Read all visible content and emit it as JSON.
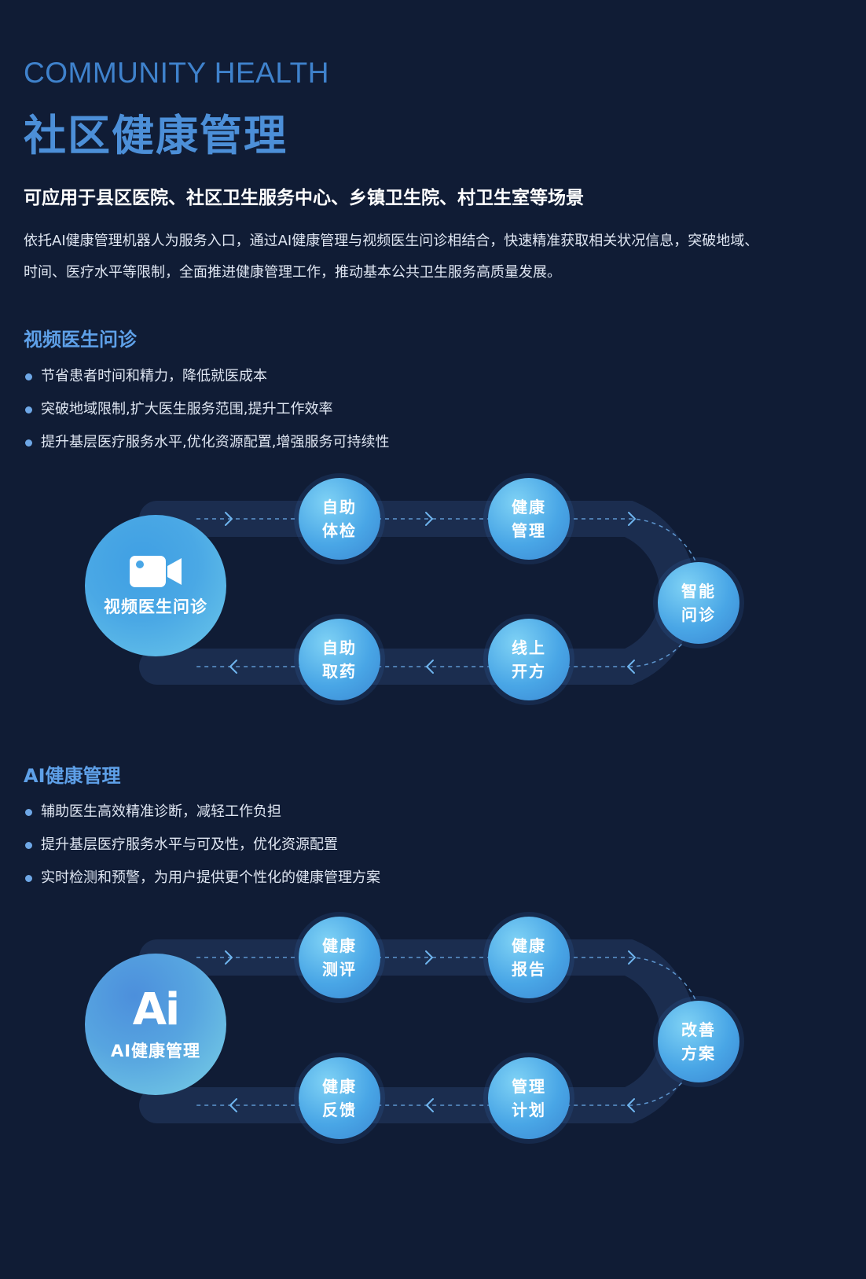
{
  "header": {
    "eyebrow": "COMMUNITY HEALTH",
    "title": "社区健康管理",
    "subtitle": "可应用于县区医院、社区卫生服务中心、乡镇卫生院、村卫生室等场景",
    "intro_line1": "依托AI健康管理机器人为服务入口，通过AI健康管理与视频医生问诊相结合，快速精准获取相关状况信息，突破地域、",
    "intro_line2": "时间、医疗水平等限制，全面推进健康管理工作，推动基本公共卫生服务高质量发展。"
  },
  "video_section": {
    "title": "视频医生问诊",
    "bullets": [
      "节省患者时间和精力，降低就医成本",
      "突破地域限制,扩大医生服务范围,提升工作效率",
      "提升基层医疗服务水平,优化资源配置,增强服务可持续性"
    ],
    "hub_label": "视频医生问诊",
    "hub_icon": "video-camera-icon",
    "nodes": {
      "top1": [
        "自助",
        "体检"
      ],
      "top2": [
        "健康",
        "管理"
      ],
      "right": [
        "智能",
        "问诊"
      ],
      "bottom2": [
        "线上",
        "开方"
      ],
      "bottom1": [
        "自助",
        "取药"
      ]
    }
  },
  "ai_section": {
    "title": "AI健康管理",
    "bullets": [
      "辅助医生高效精准诊断，减轻工作负担",
      "提升基层医疗服务水平与可及性，优化资源配置",
      "实时检测和预警，为用户提供更个性化的健康管理方案"
    ],
    "hub_label": "AI健康管理",
    "hub_glyph": "Ai",
    "nodes": {
      "top1": [
        "健康",
        "测评"
      ],
      "top2": [
        "健康",
        "报告"
      ],
      "right": [
        "改善",
        "方案"
      ],
      "bottom2": [
        "管理",
        "计划"
      ],
      "bottom1": [
        "健康",
        "反馈"
      ]
    }
  },
  "colors": {
    "background": "#101c35",
    "accent": "#4c8fd8",
    "node": "#49a6e6",
    "track": "#1d3154"
  }
}
